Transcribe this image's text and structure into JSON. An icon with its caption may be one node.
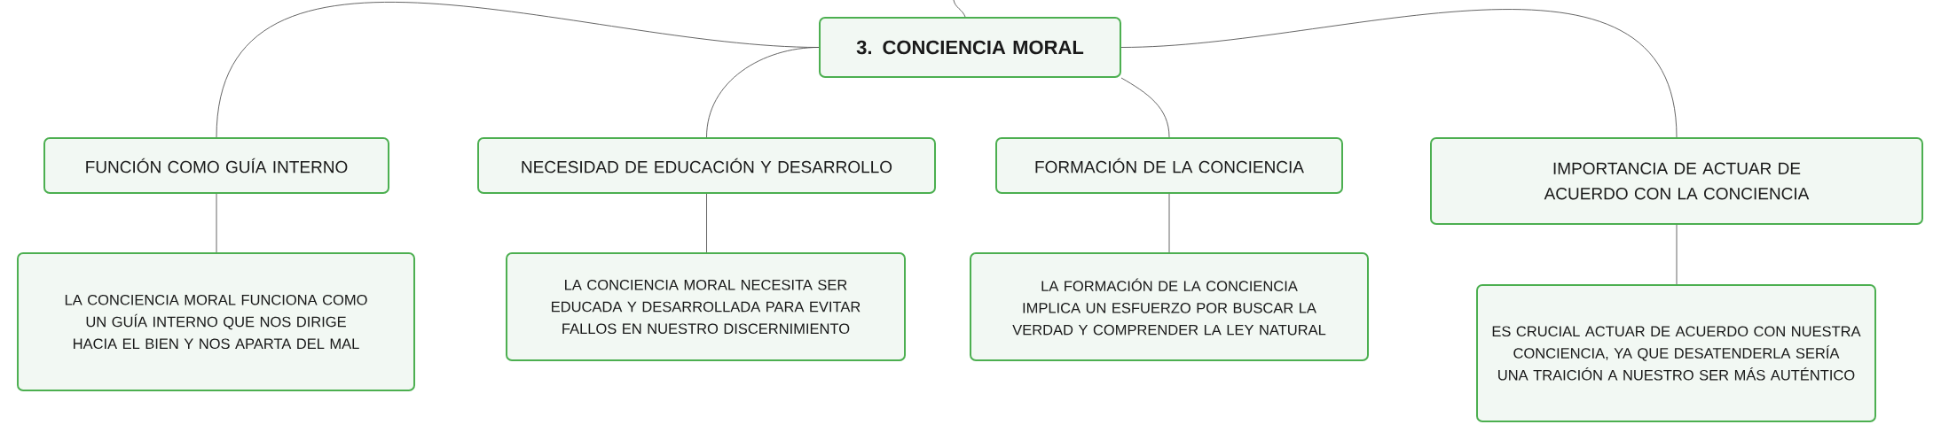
{
  "diagram": {
    "nodes": [
      {
        "text": [
          "3. CONCIENCIA MORAL"
        ]
      },
      {
        "text": [
          "FUNCIÓN COMO GUÍA INTERNO"
        ]
      },
      {
        "text": [
          "NECESIDAD DE EDUCACIÓN Y DESARROLLO"
        ]
      },
      {
        "text": [
          "FORMACIÓN DE LA CONCIENCIA"
        ]
      },
      {
        "text": [
          "IMPORTANCIA DE ACTUAR DE ACUERDO CON LA CONCIENCIA"
        ]
      },
      {
        "text": [
          "LA CONCIENCIA MORAL FUNCIONA COMO UN GUÍA INTERNO QUE NOS DIRIGE HACIA EL BIEN Y NOS APARTA DEL MAL"
        ]
      },
      {
        "text": [
          "LA CONCIENCIA MORAL NECESITA SER EDUCADA Y DESARROLLADA PARA EVITAR FALLOS EN NUESTRO DISCERNIMIENTO"
        ]
      },
      {
        "text": [
          "LA FORMACIÓN DE LA CONCIENCIA IMPLICA UN ESFUERZO POR BUSCAR LA VERDAD Y COMPRENDER LA LEY NATURAL"
        ]
      },
      {
        "text": [
          "ES CRUCIAL ACTUAR DE ACUERDO CON NUESTRA CONCIENCIA, YA QUE DESATENDERLA SERÍA UNA TRAICIÓN A NUESTRO SER MÁS AUTÉNTICO"
        ]
      }
    ],
    "edges": [
      {
        "from": null,
        "to": 0,
        "arrow": "none"
      },
      {
        "from": 0,
        "to": 1,
        "arrow": "none"
      },
      {
        "from": 0,
        "to": 2,
        "arrow": "none"
      },
      {
        "from": 0,
        "to": 3,
        "arrow": "none"
      },
      {
        "from": 0,
        "to": 4,
        "arrow": "none"
      },
      {
        "from": 1,
        "to": 5,
        "arrow": "none"
      },
      {
        "from": 2,
        "to": 6,
        "arrow": "none"
      },
      {
        "from": 3,
        "to": 7,
        "arrow": "none"
      },
      {
        "from": 4,
        "to": 8,
        "arrow": "none"
      }
    ]
  }
}
